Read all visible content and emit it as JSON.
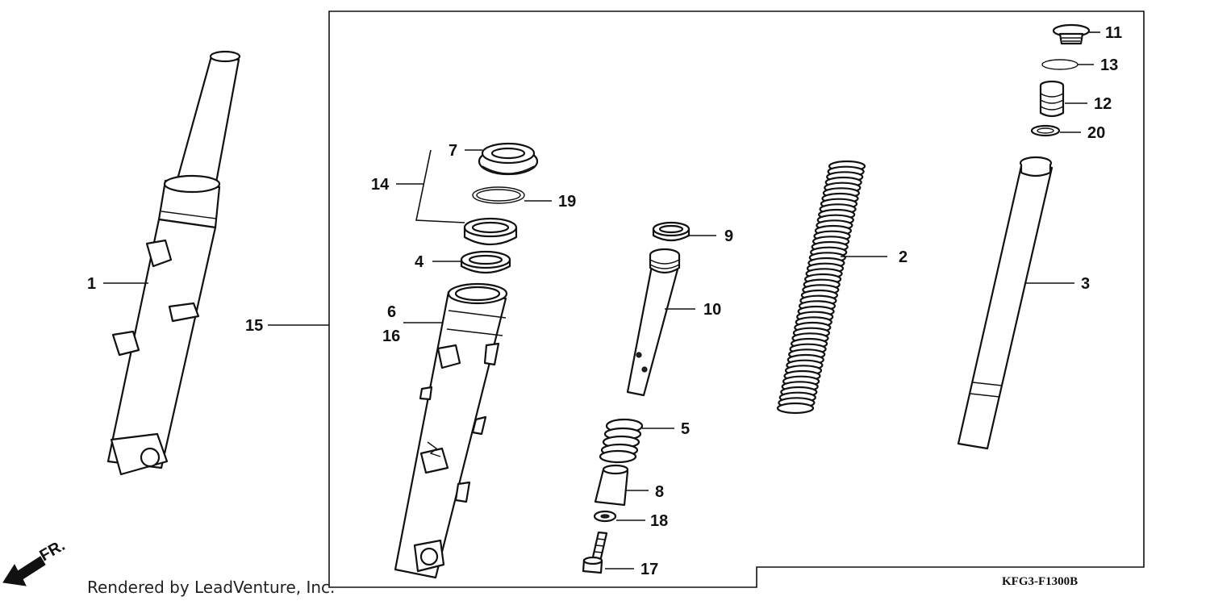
{
  "diagram": {
    "code": "KFG3-F1300B",
    "credit": "Rendered by LeadVenture, Inc.",
    "direction_label": "FR.",
    "callouts": [
      "1",
      "2",
      "3",
      "4",
      "5",
      "6",
      "16",
      "7",
      "8",
      "9",
      "10",
      "11",
      "12",
      "13",
      "14",
      "15",
      "17",
      "18",
      "19",
      "20"
    ]
  }
}
